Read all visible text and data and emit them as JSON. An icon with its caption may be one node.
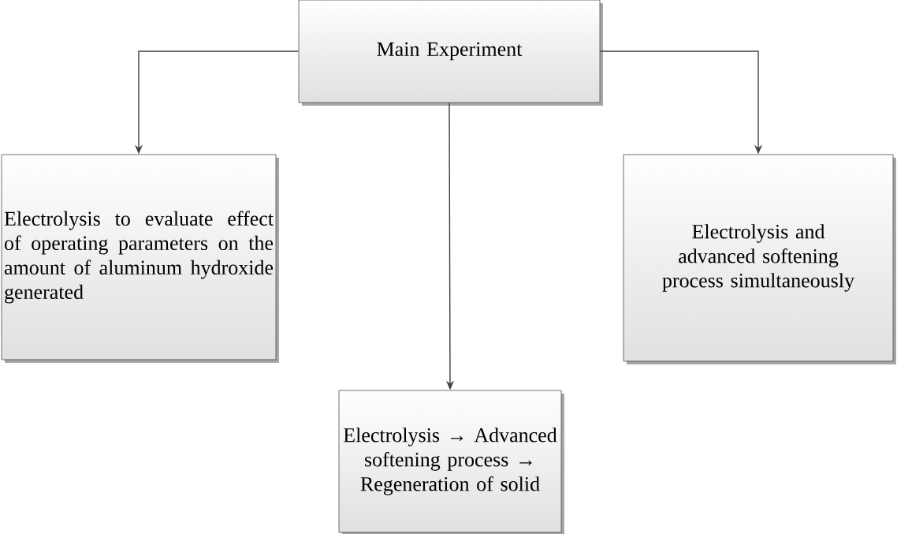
{
  "diagram": {
    "nodes": [
      {
        "text": [
          "Main Experiment"
        ]
      },
      {
        "text": [
          "Electrolysis to evaluate effect of operating parameters on the amount of aluminum hydroxide generated"
        ]
      },
      {
        "text": [
          "Electrolysis and advanced softening process simultaneously"
        ]
      },
      {
        "text": [
          "Electrolysis → Advanced softening process → Regeneration of solid"
        ]
      }
    ],
    "edges": [
      {
        "from": 0,
        "to": 1,
        "arrow": "to"
      },
      {
        "from": 0,
        "to": 3,
        "arrow": "to"
      },
      {
        "from": 0,
        "to": 2,
        "arrow": "to"
      }
    ]
  }
}
